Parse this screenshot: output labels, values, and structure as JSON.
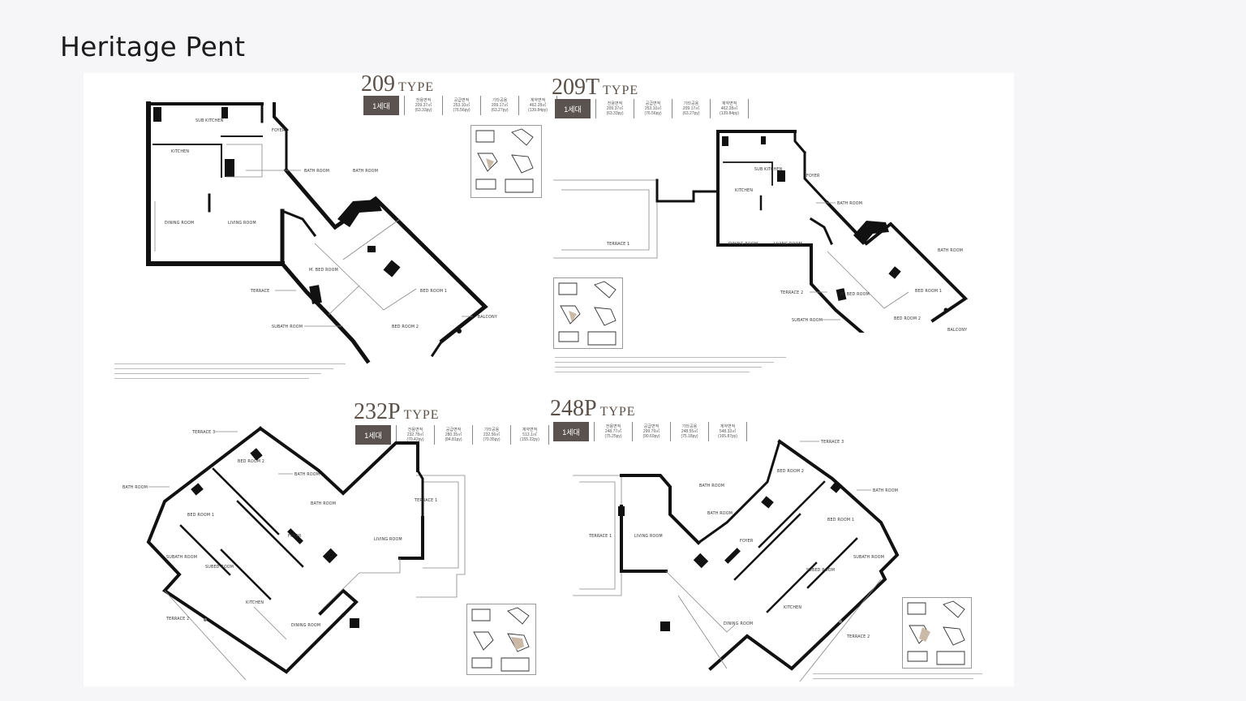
{
  "page": {
    "title": "Heritage Pent"
  },
  "plans": {
    "p209": {
      "type_num": "209",
      "type_suffix": "TYPE",
      "badge": "1세대",
      "specs": [
        {
          "label": "전용면적",
          "m2": "209.37㎡",
          "py": "(63.33py)"
        },
        {
          "label": "공급면적",
          "m2": "253.10㎡",
          "py": "(76.56py)"
        },
        {
          "label": "기타공용",
          "m2": "209.17㎡",
          "py": "(63.27py)"
        },
        {
          "label": "계약면적",
          "m2": "462.28㎡",
          "py": "(139.84py)"
        }
      ],
      "rooms": {
        "sub_kitchen": "SUB KITCHEN",
        "foyer": "FOYER",
        "kitchen": "KITCHEN",
        "bath_room_a": "BATH ROOM",
        "bath_room_b": "BATH ROOM",
        "dining_room": "DINING ROOM",
        "living_room": "LIVING ROOM",
        "m_bed_room": "M. BED ROOM",
        "terrace": "TERRACE",
        "bed_room_1": "BED ROOM 1",
        "balcony": "BALCONY",
        "subath_room": "SUBATH ROOM",
        "bed_room_2": "BED ROOM 2"
      }
    },
    "p209t": {
      "type_num": "209T",
      "type_suffix": "TYPE",
      "badge": "1세대",
      "specs": [
        {
          "label": "전용면적",
          "m2": "209.37㎡",
          "py": "(63.33py)"
        },
        {
          "label": "공급면적",
          "m2": "253.10㎡",
          "py": "(76.56py)"
        },
        {
          "label": "기타공용",
          "m2": "209.17㎡",
          "py": "(63.27py)"
        },
        {
          "label": "계약면적",
          "m2": "462.28㎡",
          "py": "(139.84py)"
        }
      ],
      "rooms": {
        "sub_kitchen": "SUB KITCHEN",
        "foyer": "FOYER",
        "kitchen": "KITCHEN",
        "bath_room_a": "BATH ROOM",
        "terrace_1": "TERRACE 1",
        "dining_room": "DINING ROOM",
        "living_room": "LIVING ROOM",
        "bath_room_b": "BATH ROOM",
        "bed_room_1": "BED ROOM 1",
        "terrace_2": "TERRACE 2",
        "m_bed_room": "M. BED ROOM",
        "subath_room": "SUBATH ROOM",
        "bed_room_2": "BED ROOM 2",
        "balcony": "BALCONY"
      }
    },
    "p232p": {
      "type_num": "232P",
      "type_suffix": "TYPE",
      "badge": "1세대",
      "specs": [
        {
          "label": "전용면적",
          "m2": "232.78㎡",
          "py": "(70.42py)"
        },
        {
          "label": "공급면적",
          "m2": "280.35㎡",
          "py": "(84.81py)"
        },
        {
          "label": "기타공용",
          "m2": "232.56㎡",
          "py": "(70.35py)"
        },
        {
          "label": "계약면적",
          "m2": "513.1㎡",
          "py": "(155.22py)"
        }
      ],
      "rooms": {
        "terrace_3": "TERRACE 3",
        "bed_room_2": "BED ROOM 2",
        "bath_room_a": "BATH ROOM",
        "bath_room_b": "BATH ROOM",
        "terrace_1": "TERRACE 1",
        "bath_room_c": "BATH ROOM",
        "bed_room_1": "BED ROOM 1",
        "foyer": "FOYER",
        "living_room": "LIVING ROOM",
        "subath_room": "SUBATH ROOM",
        "subed_room": "SUBED ROOM",
        "kitchen": "KITCHEN",
        "terrace_2": "TERRACE 2",
        "dining_room": "DINING ROOM"
      }
    },
    "p248p": {
      "type_num": "248P",
      "type_suffix": "TYPE",
      "badge": "1세대",
      "specs": [
        {
          "label": "전용면적",
          "m2": "248.77㎡",
          "py": "(75.25py)"
        },
        {
          "label": "공급면적",
          "m2": "299.79㎡",
          "py": "(90.69py)"
        },
        {
          "label": "기타공용",
          "m2": "248.55㎡",
          "py": "(75.18py)"
        },
        {
          "label": "계약면적",
          "m2": "548.32㎡",
          "py": "(165.87py)"
        }
      ],
      "rooms": {
        "terrace_3": "TERRACE 3",
        "bed_room_2": "BED ROOM 2",
        "bath_room_a": "BATH ROOM",
        "bath_room_b": "BATH ROOM",
        "bath_room_c": "BATH ROOM",
        "terrace_1": "TERRACE 1",
        "living_room": "LIVING ROOM",
        "foyer": "FOYER",
        "bed_room_1": "BED ROOM 1",
        "subath_room": "SUBATH ROOM",
        "subed_room": "SUBED ROOM",
        "kitchen": "KITCHEN",
        "dining_room": "DINING ROOM",
        "terrace_2": "TERRACE 2"
      }
    }
  }
}
